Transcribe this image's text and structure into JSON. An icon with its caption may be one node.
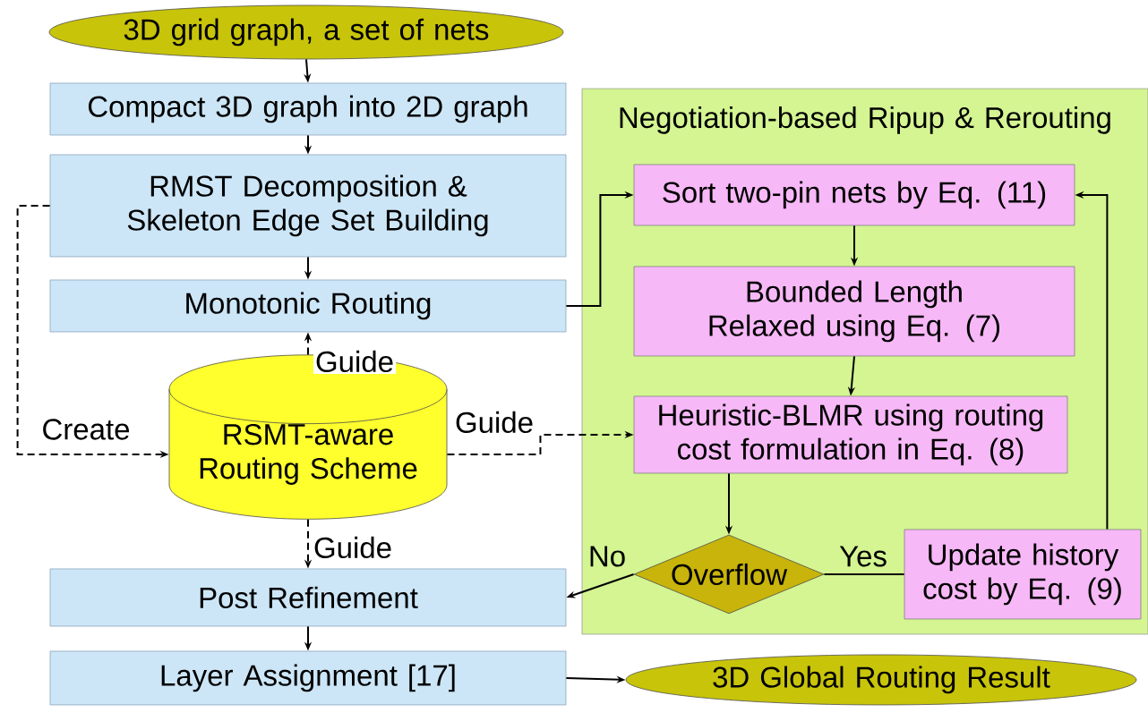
{
  "diagram": {
    "nodes": [
      {
        "text": [
          "3D grid graph, a set of nets"
        ]
      },
      {
        "text": [
          "Compact 3D graph into 2D graph"
        ]
      },
      {
        "text": [
          "RMST Decomposition & Skeleton Edge Set Building"
        ]
      },
      {
        "text": [
          "Monotonic Routing"
        ]
      },
      {
        "text": [
          "RSMT-aware Routing Scheme"
        ]
      },
      {
        "text": [
          "Post Refinement"
        ]
      },
      {
        "text": [
          "Layer Assignment [17]"
        ]
      },
      {
        "text": [
          "Negotiation-based Ripup & Rerouting"
        ]
      },
      {
        "text": [
          "Sort two-pin nets by Eq. (11)"
        ],
        "in": 7
      },
      {
        "text": [
          "Bounded Length Relaxed using Eq. (7)"
        ],
        "in": 7
      },
      {
        "text": [
          "Heuristic-BLMR using routing cost formulation in Eq. (8)"
        ],
        "in": 7
      },
      {
        "text": [
          "Overflow"
        ],
        "in": 7
      },
      {
        "text": [
          "Update history cost by Eq. (9)"
        ],
        "in": 7
      },
      {
        "text": [
          "3D Global Routing Result"
        ]
      }
    ],
    "edges": [
      {
        "from": 0,
        "to": 1,
        "arrow": "to"
      },
      {
        "from": 1,
        "to": 2,
        "arrow": "to"
      },
      {
        "from": 2,
        "to": 3,
        "arrow": "to"
      },
      {
        "from": 4,
        "to": 3,
        "arrow": "to",
        "style": "dashed",
        "label": "Guide"
      },
      {
        "from": 2,
        "to": 4,
        "arrow": "to",
        "style": "dashed",
        "label": "Create"
      },
      {
        "from": 4,
        "to": 10,
        "arrow": "to",
        "style": "dashed",
        "label": "Guide"
      },
      {
        "from": 4,
        "to": 5,
        "arrow": "to",
        "style": "dashed",
        "label": "Guide"
      },
      {
        "from": 3,
        "to": 8,
        "arrow": "to"
      },
      {
        "from": 8,
        "to": 9,
        "arrow": "to"
      },
      {
        "from": 9,
        "to": 10,
        "arrow": "to"
      },
      {
        "from": 10,
        "to": 11,
        "arrow": "to"
      },
      {
        "from": 11,
        "to": 12,
        "arrow": "none",
        "label": "Yes"
      },
      {
        "from": 12,
        "to": 8,
        "arrow": "to"
      },
      {
        "from": 11,
        "to": 5,
        "arrow": "to",
        "label": "No"
      },
      {
        "from": 5,
        "to": 6,
        "arrow": "to"
      },
      {
        "from": 6,
        "to": 13,
        "arrow": "to"
      }
    ]
  }
}
